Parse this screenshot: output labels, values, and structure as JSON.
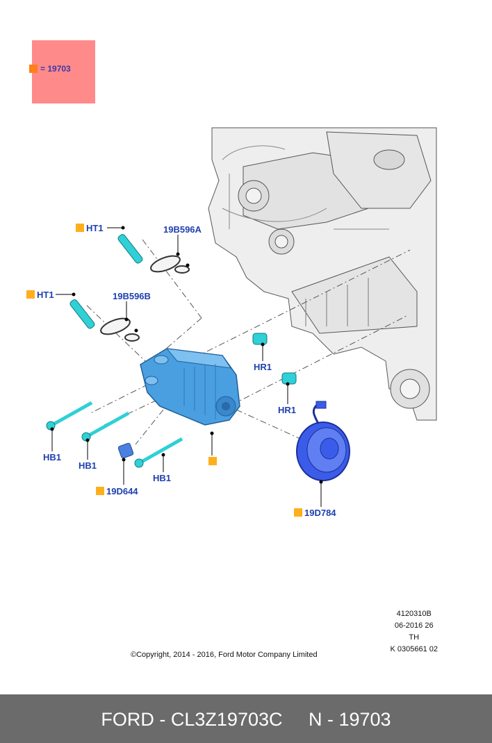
{
  "legend": {
    "text": "= 19703",
    "box_color": "#ff8a8a",
    "marker_color": "#ff7f1a"
  },
  "labels": {
    "ht1_a": "HT1",
    "ht1_b": "HT1",
    "b596a": "19B596A",
    "b596b": "19B596B",
    "hr1_a": "HR1",
    "hr1_b": "HR1",
    "hb1_a": "HB1",
    "hb1_b": "HB1",
    "hb1_c": "HB1",
    "d644": "19D644",
    "d784": "19D784"
  },
  "info": [
    "4120310B",
    "06-2016 26",
    "TH",
    "K 0305661 02"
  ],
  "copyright": "©Copyright, 2014 - 2016, Ford Motor Company Limited",
  "footer": "FORD - CL3Z19703C     N - 19703",
  "colors": {
    "label": "#1e3fae",
    "marker": "#ffae1c",
    "part_cyan": "#2fd0d6",
    "compressor": "#4a9fe0",
    "clutch": "#3a5ce8",
    "footer_bg": "#6b6b6b"
  }
}
